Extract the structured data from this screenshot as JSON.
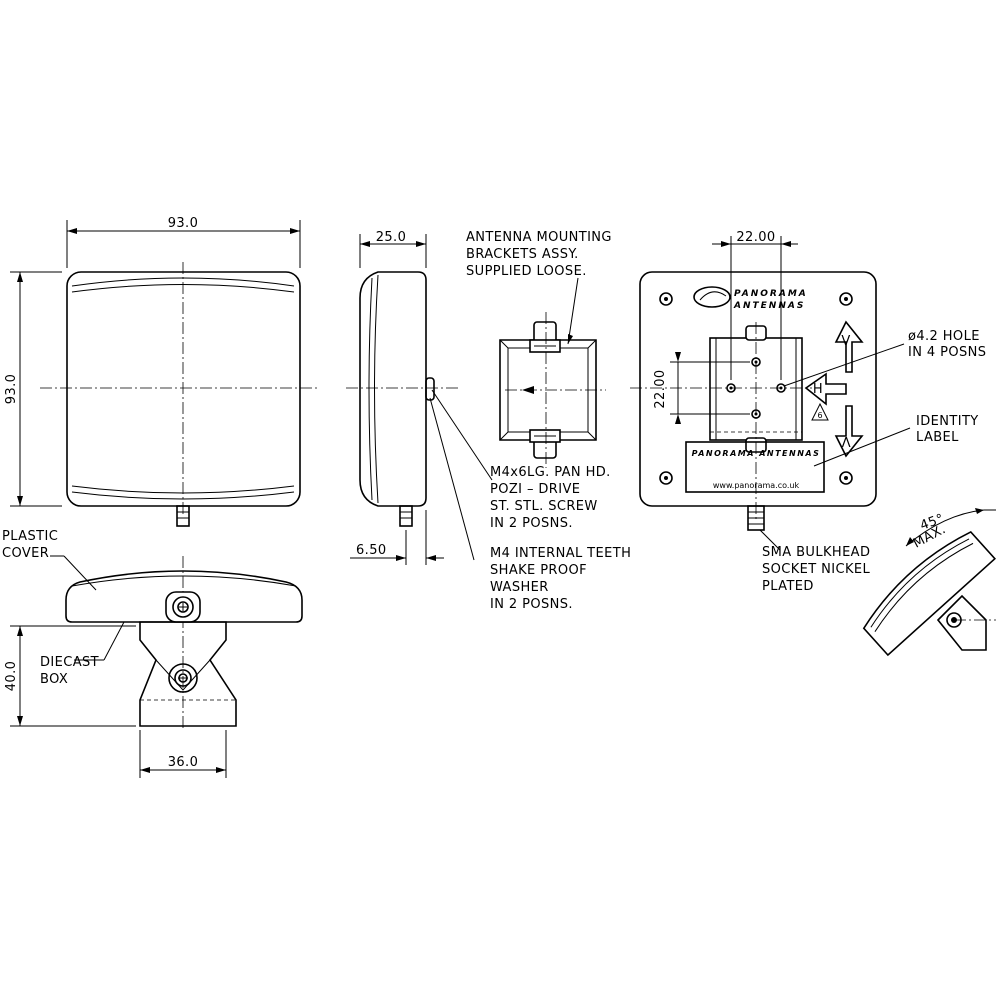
{
  "dimensions": {
    "front_width": "93.0",
    "front_height": "93.0",
    "side_depth": "25.0",
    "connector_length": "6.50",
    "bracket_height": "40.0",
    "bracket_width": "36.0",
    "hole_spacing_horizontal": "22.00",
    "hole_spacing_vertical": "22.00",
    "tilt_angle": "45°",
    "tilt_max": "MAX."
  },
  "notes": {
    "mounting_brackets": [
      "ANTENNA MOUNTING",
      "BRACKETS ASSY.",
      "SUPPLIED LOOSE."
    ],
    "screw": [
      "M4x6LG. PAN HD.",
      "POZI – DRIVE",
      "ST. STL. SCREW",
      "IN 2 POSNS."
    ],
    "washer": [
      "M4 INTERNAL TEETH",
      "SHAKE PROOF",
      "WASHER",
      "IN 2 POSNS."
    ],
    "plastic_cover": [
      "PLASTIC",
      "COVER"
    ],
    "diecast_box": [
      "DIECAST",
      "BOX"
    ],
    "hole": [
      "ø4.2 HOLE",
      "IN 4 POSNS"
    ],
    "identity_label": [
      "IDENTITY",
      "LABEL"
    ],
    "sma": [
      "SMA BULKHEAD",
      "SOCKET NICKEL",
      "PLATED"
    ]
  },
  "brand": {
    "logo_line1": "PANORAMA",
    "logo_line2": "ANTENNAS",
    "label_brand": "PANORAMA ANTENNAS",
    "label_url": "www.panorama.co.uk"
  },
  "polarization": {
    "v": "V",
    "h": "H",
    "warn": "6"
  }
}
